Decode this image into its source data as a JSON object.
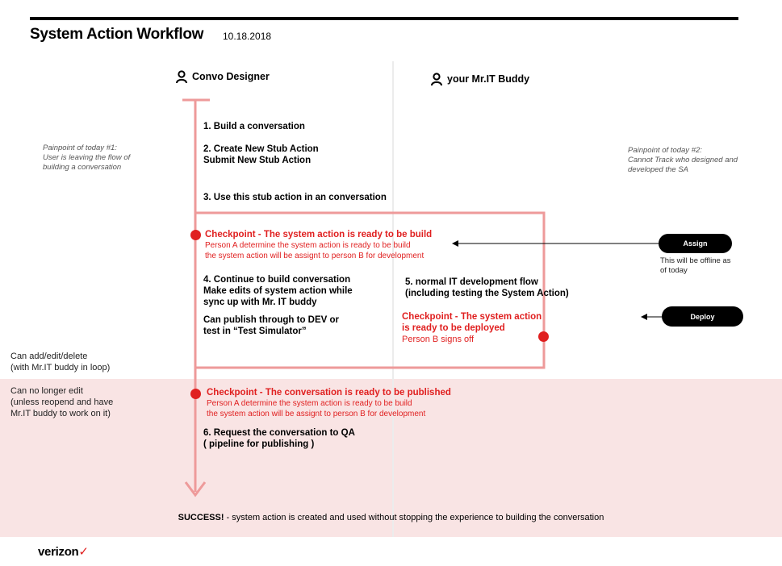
{
  "header": {
    "title": "System Action Workflow",
    "date": "10.18.2018"
  },
  "lanes": {
    "left": "Convo Designer",
    "right": "your Mr.IT Buddy"
  },
  "steps": {
    "s1": "1. Build a conversation",
    "s2": "2. Create New Stub Action\nSubmit New Stub Action",
    "s3": "3. Use this stub action in an conversation",
    "s4": "4. Continue to build conversation\nMake edits of system action while\nsync up with Mr. IT buddy",
    "s4b": "Can publish through to DEV  or\ntest in “Test Simulator”",
    "s5": "5. normal IT development flow\n(including testing the System Action)",
    "s6": "6.  Request the conversation to QA\n( pipeline for publishing )"
  },
  "checkpoints": {
    "c1": {
      "title": "Checkpoint - The system action is ready to be build",
      "sub": "Person A determine the system action is ready to be build\nthe system action will be assignt to person B for development"
    },
    "c2": {
      "title": "Checkpoint - The system action\nis ready to be deployed",
      "sub": "Person B signs off"
    },
    "c3": {
      "title": "Checkpoint - The conversation is ready to be published",
      "sub": "Person A determine the system action is ready to be build\nthe system action will be assignt to person B for development"
    }
  },
  "painpoints": {
    "p1": "Painpoint  of today #1:\nUser is leaving the flow of\nbuilding a conversation",
    "p2": "Painpoint of today #2:\nCannot Track who designed and\ndeveloped  the SA"
  },
  "side_notes": {
    "edit": "Can add/edit/delete\n(with Mr.IT buddy in loop)",
    "noedit": "Can no longer edit\n(unless reopend and have\nMr.IT buddy to work on it)"
  },
  "pills": {
    "assign": "Assign",
    "deploy": "Deploy"
  },
  "assign_note": "This will be offline as\nof today",
  "success": {
    "bold": "SUCCESS!",
    "text": " -  system action is created and used without stopping the experience to building the conversation"
  },
  "logo": {
    "name": "verizon",
    "mark": "✓"
  },
  "colors": {
    "accent": "#e02020",
    "flow_line": "#ee9a9a",
    "band": "#f9e4e4"
  }
}
